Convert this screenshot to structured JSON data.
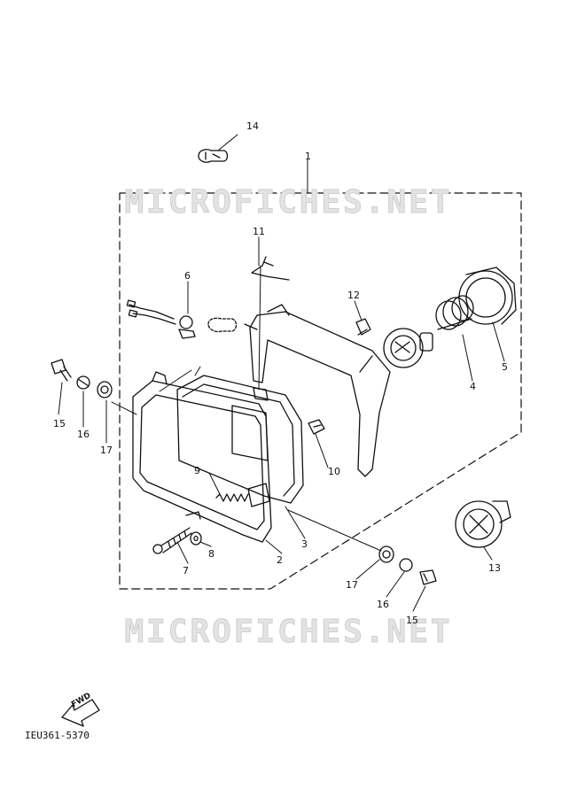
{
  "watermark": "MICROFICHES.NET",
  "diagram_code": "IEU361-5370",
  "fwd_label": "FWD",
  "callouts": [
    {
      "id": "1",
      "label": "1"
    },
    {
      "id": "2",
      "label": "2"
    },
    {
      "id": "3",
      "label": "3"
    },
    {
      "id": "4",
      "label": "4"
    },
    {
      "id": "5",
      "label": "5"
    },
    {
      "id": "6",
      "label": "6"
    },
    {
      "id": "7",
      "label": "7"
    },
    {
      "id": "8",
      "label": "8"
    },
    {
      "id": "9",
      "label": "9"
    },
    {
      "id": "10",
      "label": "10"
    },
    {
      "id": "11",
      "label": "11"
    },
    {
      "id": "12",
      "label": "12"
    },
    {
      "id": "13",
      "label": "13"
    },
    {
      "id": "14",
      "label": "14"
    },
    {
      "id": "15a",
      "label": "15"
    },
    {
      "id": "16a",
      "label": "16"
    },
    {
      "id": "17a",
      "label": "17"
    },
    {
      "id": "15b",
      "label": "15"
    },
    {
      "id": "16b",
      "label": "16"
    },
    {
      "id": "17b",
      "label": "17"
    }
  ]
}
